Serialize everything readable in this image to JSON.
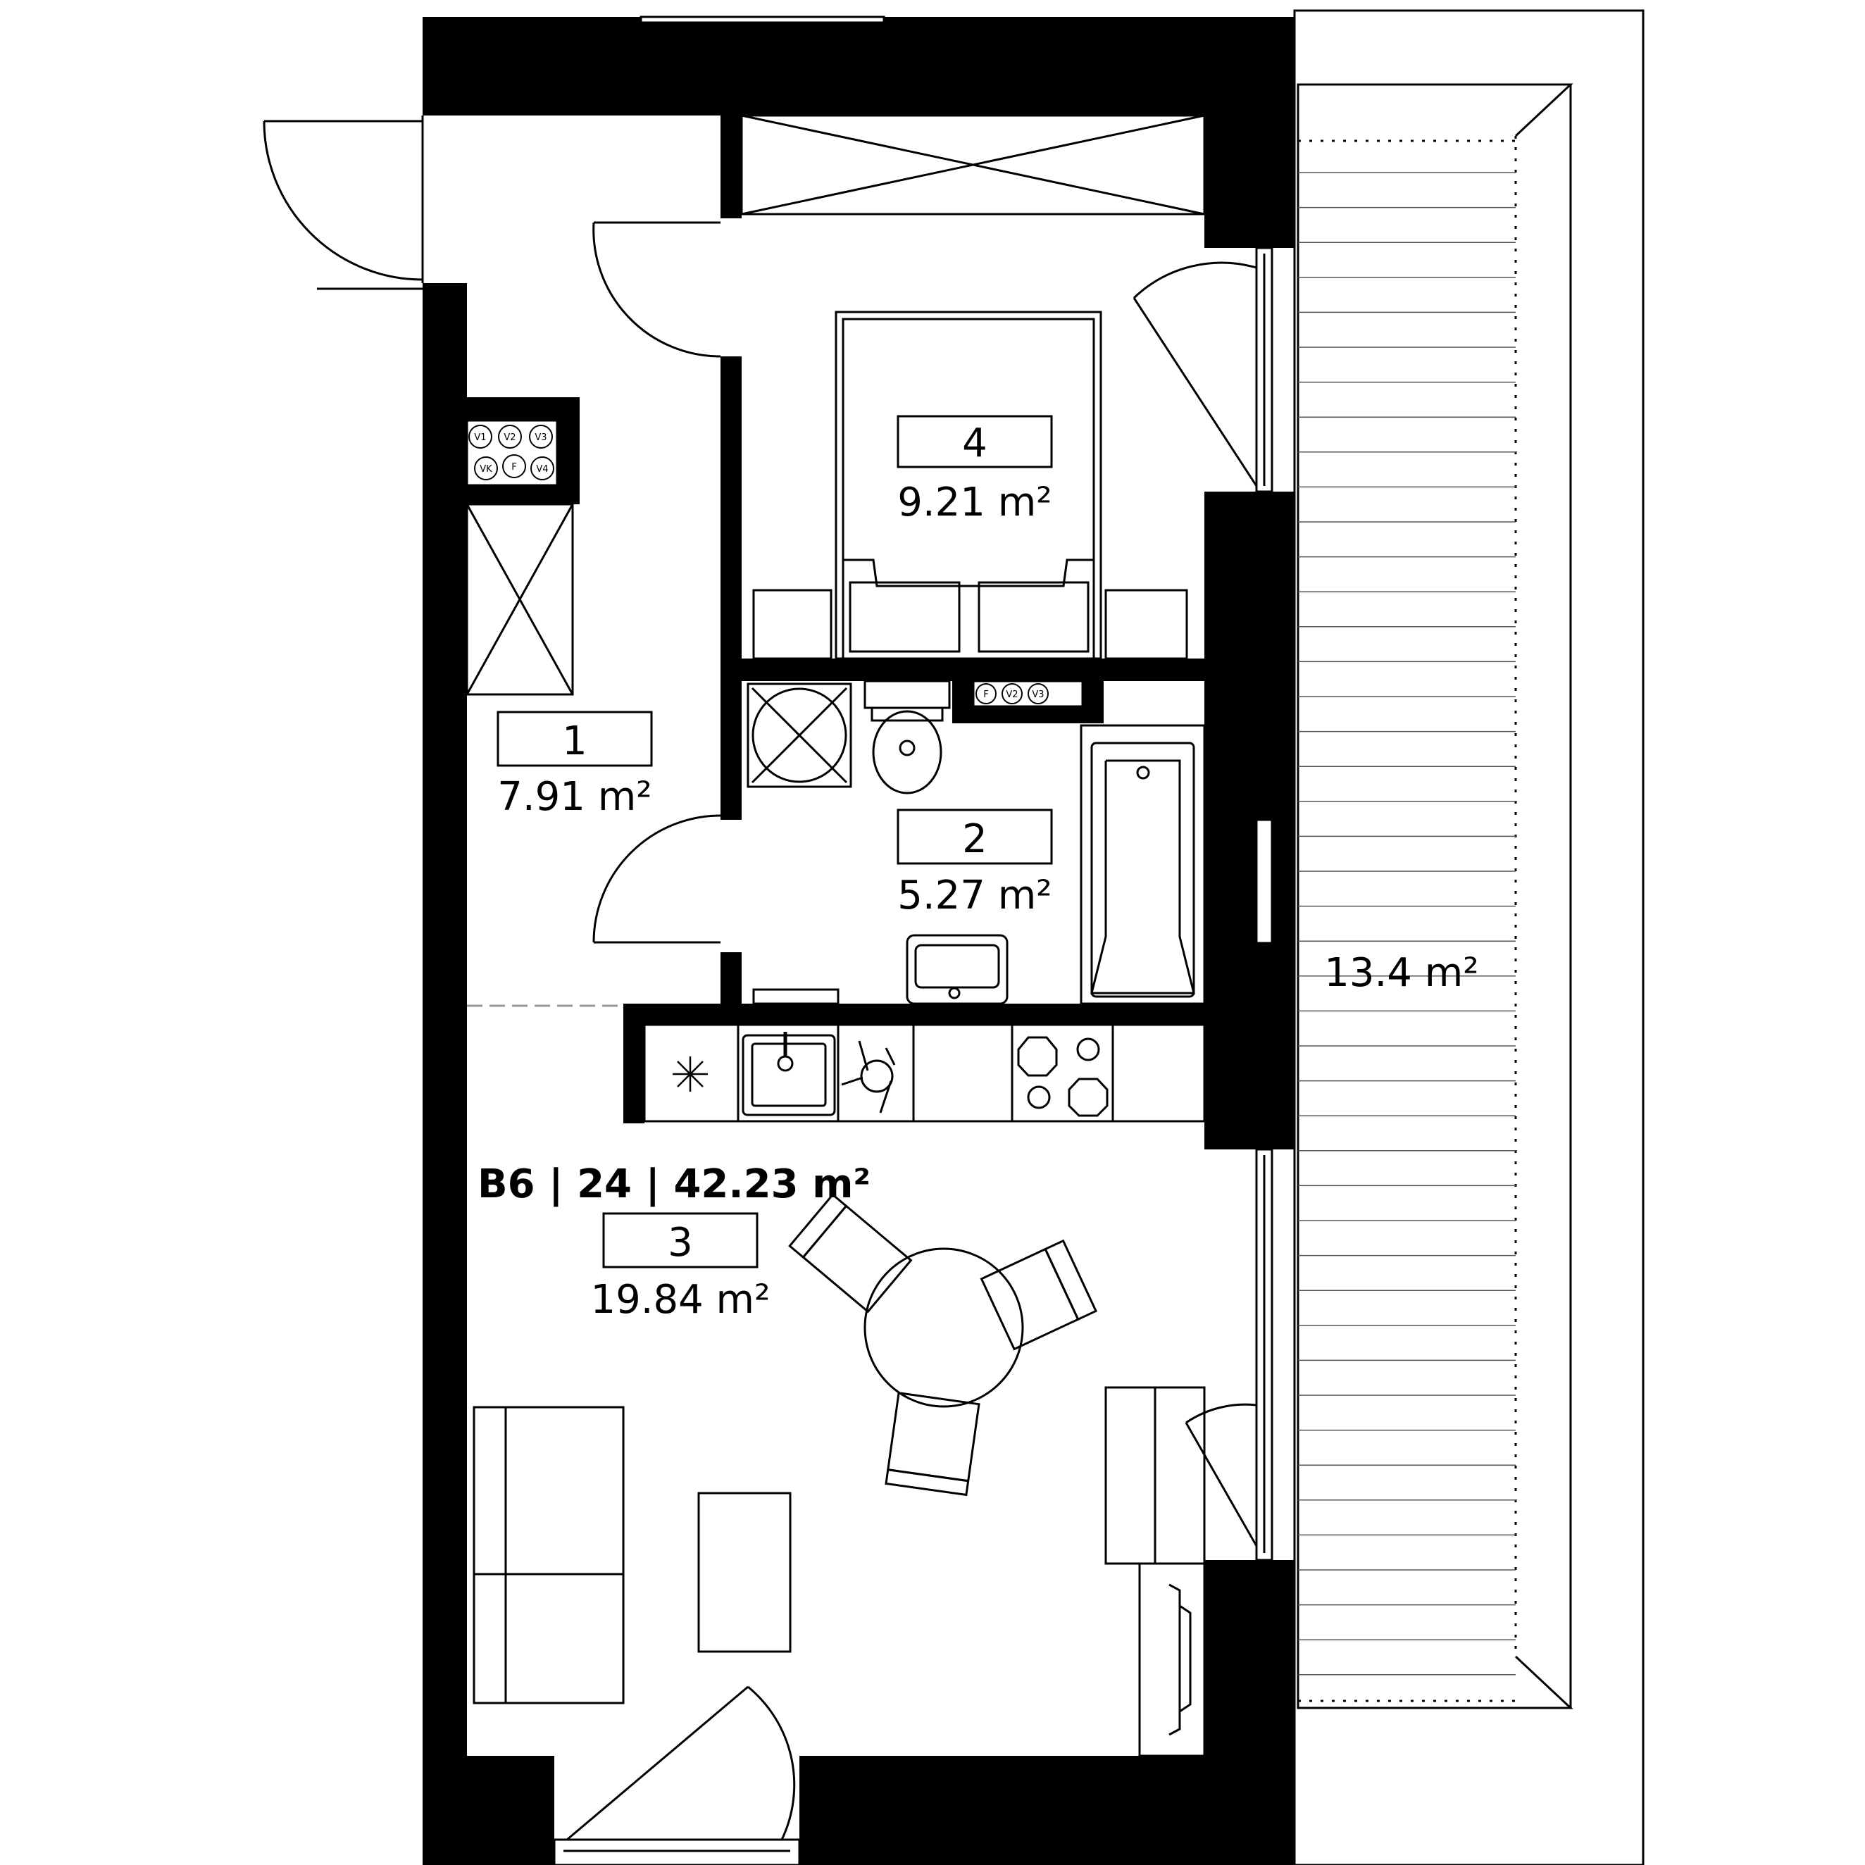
{
  "unit_title": "B6 | 24 | 42.23 m²",
  "rooms": [
    {
      "number": "1",
      "area": "7.91 m²"
    },
    {
      "number": "2",
      "area": "5.27 m²"
    },
    {
      "number": "3",
      "area": "19.84 m²"
    },
    {
      "number": "4",
      "area": "9.21 m²"
    }
  ],
  "balcony_area": "13.4 m²",
  "shaft_hallway": {
    "labels": [
      "V1",
      "V2",
      "V3",
      "VK",
      "F",
      "V4"
    ]
  },
  "shaft_bathroom": {
    "labels": [
      "F",
      "V2",
      "V3"
    ]
  },
  "colors": {
    "wall": "#000000",
    "background": "#ffffff"
  }
}
